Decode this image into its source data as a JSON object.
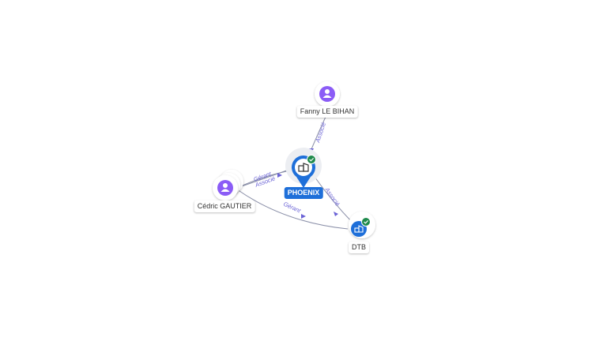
{
  "nodes": {
    "phoenix": {
      "label": "PHOENIX"
    },
    "fanny": {
      "label": "Fanny LE BIHAN"
    },
    "cedric": {
      "label": "Cédric GAUTIER"
    },
    "dtb": {
      "label": "DTB"
    }
  },
  "edges": {
    "fanny_phoenix": "Associé",
    "cedric_phoenix_1": "Gérant",
    "cedric_phoenix_2": "Associé",
    "phoenix_dtb": "Associé",
    "cedric_dtb": "Gérant"
  },
  "colors": {
    "accent": "#1e6fd9",
    "person": "#8b5cf6",
    "verified": "#1f8a4c",
    "edge_label": "#6b63d6"
  },
  "icons": {
    "person": "person-icon",
    "company": "building-icon",
    "verified": "check-badge-icon"
  }
}
